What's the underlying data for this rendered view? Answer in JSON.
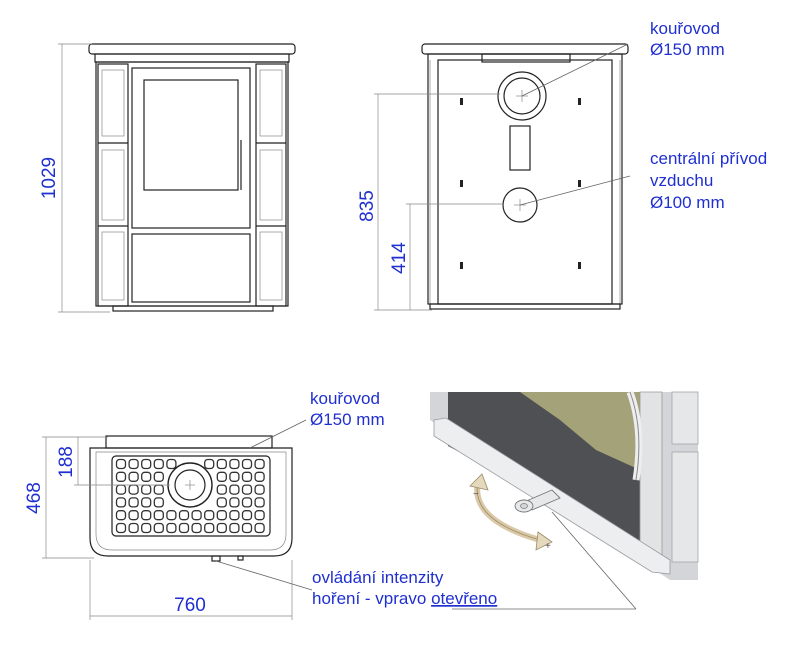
{
  "front_view": {
    "height_label": "1029"
  },
  "back_view": {
    "height_label": "835",
    "inlet_height_label": "414",
    "flue_callout": {
      "line1": "kouřovod",
      "line2": "Ø150 mm"
    },
    "air_callout": {
      "line1": "centrální přívod",
      "line2": "vzduchu",
      "line3": "Ø100 mm"
    }
  },
  "top_view": {
    "depth_label": "468",
    "flue_offset_label": "188",
    "width_label": "760",
    "flue_callout": {
      "line1": "kouřovod",
      "line2": "Ø150 mm"
    },
    "control_callout": {
      "line1": "ovládání intenzity",
      "line2_a": "hoření - vpravo ",
      "line2_b": "otevřeno"
    }
  },
  "colors": {
    "dimension_text": "#1f2fd0",
    "outline": "#222222"
  }
}
